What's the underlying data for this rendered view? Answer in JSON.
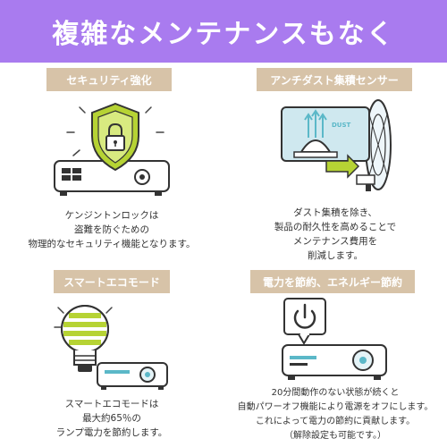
{
  "header": {
    "title": "複雑なメンテナンスもなく"
  },
  "colors": {
    "header_bg": "#a97bef",
    "badge_bg": "#d7c3a8",
    "accent_green": "#b6d334",
    "accent_teal": "#5bb8c8"
  },
  "features": [
    {
      "badge": "セキュリティ強化",
      "icon": "shield-lock-projector-icon",
      "caption": [
        "ケンジントンロックは",
        "盗難を防ぐための",
        "物理的なセキュリティ機能となります。"
      ]
    },
    {
      "badge": "アンチダスト集積センサー",
      "icon": "dust-sensor-projector-icon",
      "dust_label": "DUST",
      "caption": [
        "ダスト集積を除き、",
        "製品の耐久性を高めることで",
        "メンテナンス費用を",
        "削減します。"
      ]
    },
    {
      "badge": "スマートエコモード",
      "icon": "eco-bulb-projector-icon",
      "caption": [
        "スマートエコモードは",
        "最大約65％の",
        "ランプ電力を節約します。"
      ]
    },
    {
      "badge": "電力を節約、エネルギー節約",
      "icon": "power-save-projector-icon",
      "caption": [
        "20分間動作のない状態が続くと",
        "自動パワーオフ機能により電源をオフにします。",
        "これによって電力の節約に貢献します。",
        "（解除設定も可能です。）"
      ]
    }
  ]
}
